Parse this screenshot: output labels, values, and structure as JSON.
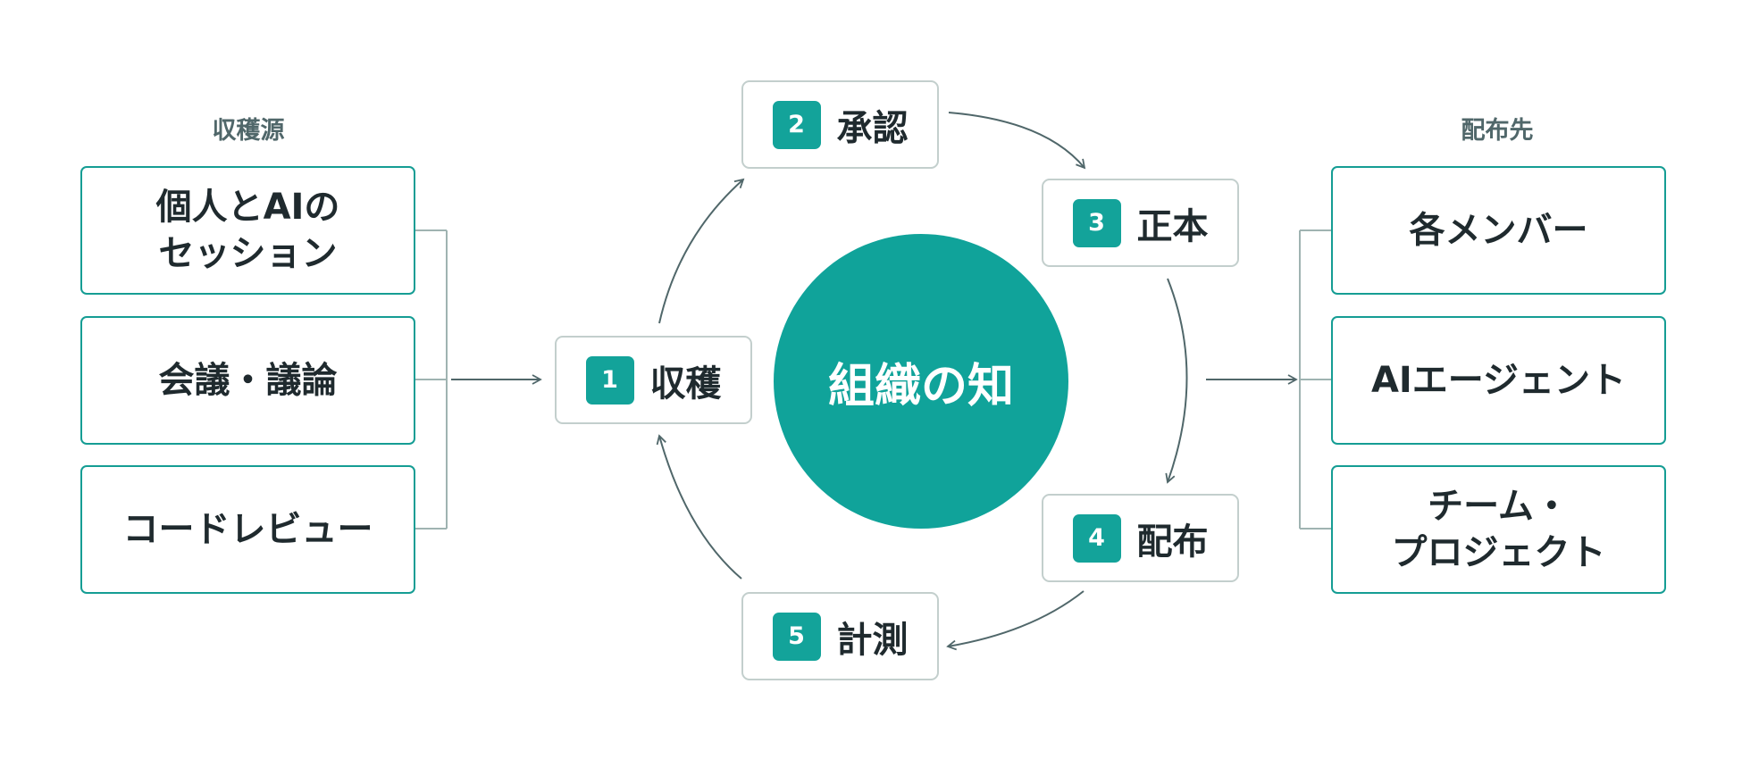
{
  "sources": {
    "heading": "収穫源",
    "items": [
      "個人とAIの\nセッション",
      "会議・議論",
      "コードレビュー"
    ]
  },
  "destinations": {
    "heading": "配布先",
    "items": [
      "各メンバー",
      "AIエージェント",
      "チーム・\nプロジェクト"
    ]
  },
  "center_label": "組織の知",
  "steps": [
    {
      "num": "1",
      "label": "収穫"
    },
    {
      "num": "2",
      "label": "承認"
    },
    {
      "num": "3",
      "label": "正本"
    },
    {
      "num": "4",
      "label": "配布"
    },
    {
      "num": "5",
      "label": "計測"
    }
  ],
  "colors": {
    "accent": "#13a39a",
    "border": "#159d94",
    "step_border": "#c3cfcd",
    "line": "#50676a"
  }
}
